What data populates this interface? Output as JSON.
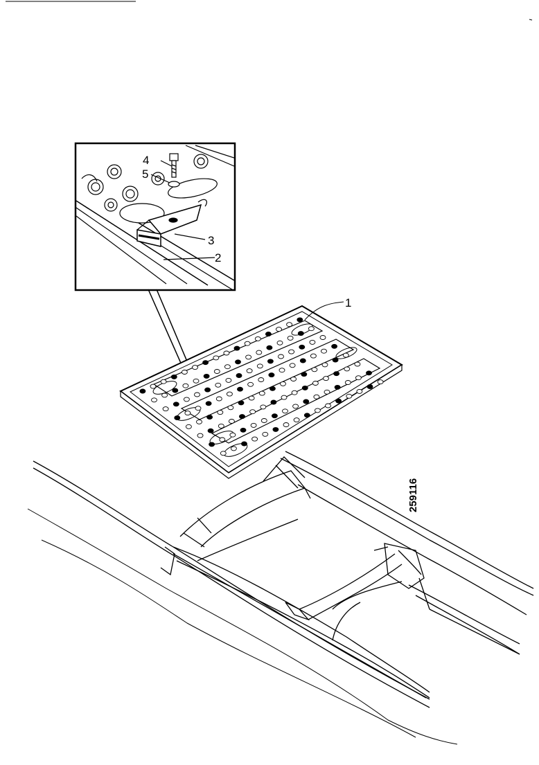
{
  "diagram": {
    "callouts": [
      {
        "id": "1",
        "label": "1"
      },
      {
        "id": "2",
        "label": "2"
      },
      {
        "id": "3",
        "label": "3"
      },
      {
        "id": "4",
        "label": "4"
      },
      {
        "id": "5",
        "label": "5"
      }
    ],
    "figure_number": "259116",
    "colors": {
      "ink": "#000000",
      "paper": "#ffffff"
    }
  }
}
